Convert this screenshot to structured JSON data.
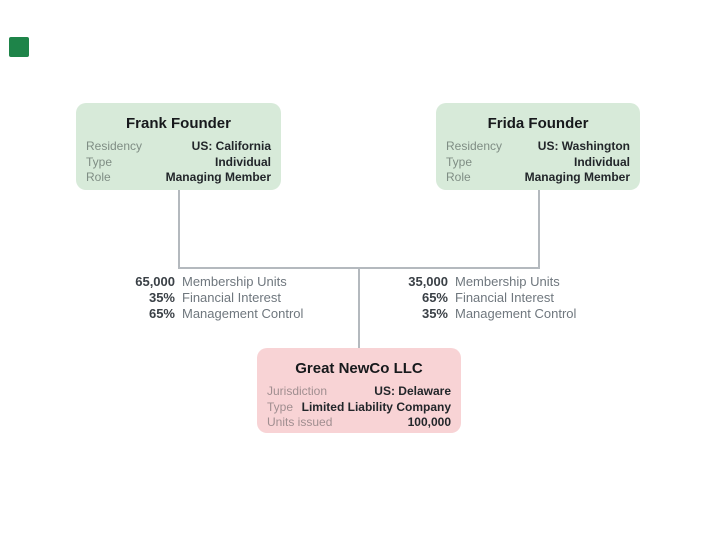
{
  "colors": {
    "card_green": "#d7ead9",
    "card_pink": "#f8d3d5",
    "connector_line": "#b4b9be",
    "brand_mark_green": "#1e8449"
  },
  "icons": {
    "brand_mark": "green-square-mark"
  },
  "cards": {
    "frank": {
      "title": "Frank Founder",
      "fields": [
        {
          "label": "Residency",
          "value": "US: California"
        },
        {
          "label": "Type",
          "value": "Individual"
        },
        {
          "label": "Role",
          "value": "Managing Member"
        }
      ]
    },
    "frida": {
      "title": "Frida Founder",
      "fields": [
        {
          "label": "Residency",
          "value": "US: Washington"
        },
        {
          "label": "Type",
          "value": "Individual"
        },
        {
          "label": "Role",
          "value": "Managing Member"
        }
      ]
    },
    "newco": {
      "title": "Great NewCo LLC",
      "fields": [
        {
          "label": "Jurisdiction",
          "value": "US: Delaware"
        },
        {
          "label": "Type",
          "value": "Limited Liability Company"
        },
        {
          "label": "Units issued",
          "value": "100,000"
        }
      ]
    }
  },
  "ownership": {
    "frank": [
      {
        "amount": "65,000",
        "unit": "Membership Units"
      },
      {
        "amount": "35%",
        "unit": "Financial Interest"
      },
      {
        "amount": "65%",
        "unit": "Management Control"
      }
    ],
    "frida": [
      {
        "amount": "35,000",
        "unit": "Membership Units"
      },
      {
        "amount": "65%",
        "unit": "Financial Interest"
      },
      {
        "amount": "35%",
        "unit": "Management Control"
      }
    ]
  }
}
